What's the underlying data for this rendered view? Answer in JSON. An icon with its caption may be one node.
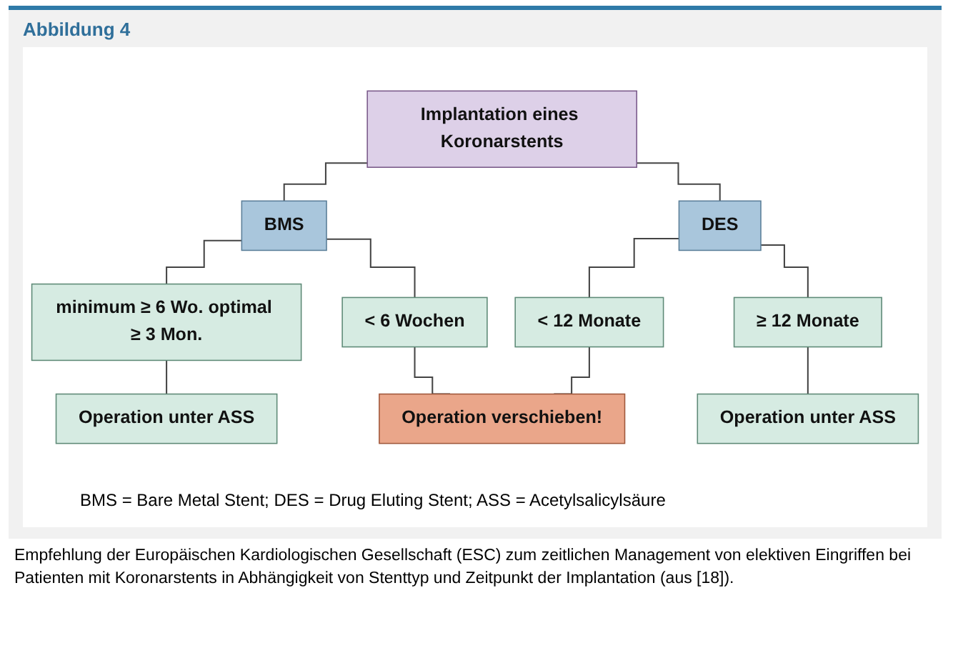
{
  "diagram": {
    "title": "Abbildung 4",
    "nodes": [
      {
        "text": [
          "Implantation eines Koronarstents"
        ]
      },
      {
        "text": [
          "BMS"
        ]
      },
      {
        "text": [
          "DES"
        ]
      },
      {
        "text": [
          "minimum ≥ 6 Wo. optimal ≥ 3 Mon."
        ]
      },
      {
        "text": [
          "< 6 Wochen"
        ]
      },
      {
        "text": [
          "< 12 Monate"
        ]
      },
      {
        "text": [
          "≥ 12 Monate"
        ]
      },
      {
        "text": [
          "Operation unter ASS"
        ]
      },
      {
        "text": [
          "Operation verschieben!"
        ]
      },
      {
        "text": [
          "Operation unter ASS"
        ]
      }
    ],
    "edges": [
      {
        "from": 0,
        "to": 1,
        "arrow": "none"
      },
      {
        "from": 0,
        "to": 2,
        "arrow": "none"
      },
      {
        "from": 1,
        "to": 3,
        "arrow": "none"
      },
      {
        "from": 1,
        "to": 4,
        "arrow": "none"
      },
      {
        "from": 2,
        "to": 5,
        "arrow": "none"
      },
      {
        "from": 2,
        "to": 6,
        "arrow": "none"
      },
      {
        "from": 3,
        "to": 7,
        "arrow": "none"
      },
      {
        "from": 4,
        "to": 8,
        "arrow": "none"
      },
      {
        "from": 5,
        "to": 8,
        "arrow": "none"
      },
      {
        "from": 6,
        "to": 9,
        "arrow": "none"
      }
    ],
    "labels": [
      "BMS = Bare Metal Stent; DES = Drug Eluting Stent; ASS = Acetylsalicylsäure"
    ],
    "caption": "Empfehlung der Europäischen Kardiologischen Gesellschaft (ESC) zum zeitlichen Management von elektiven Eingriffen bei Patienten mit Koronarstents in Abhängigkeit von Stenttyp und Zeitpunkt der Implantation (aus [18])."
  }
}
